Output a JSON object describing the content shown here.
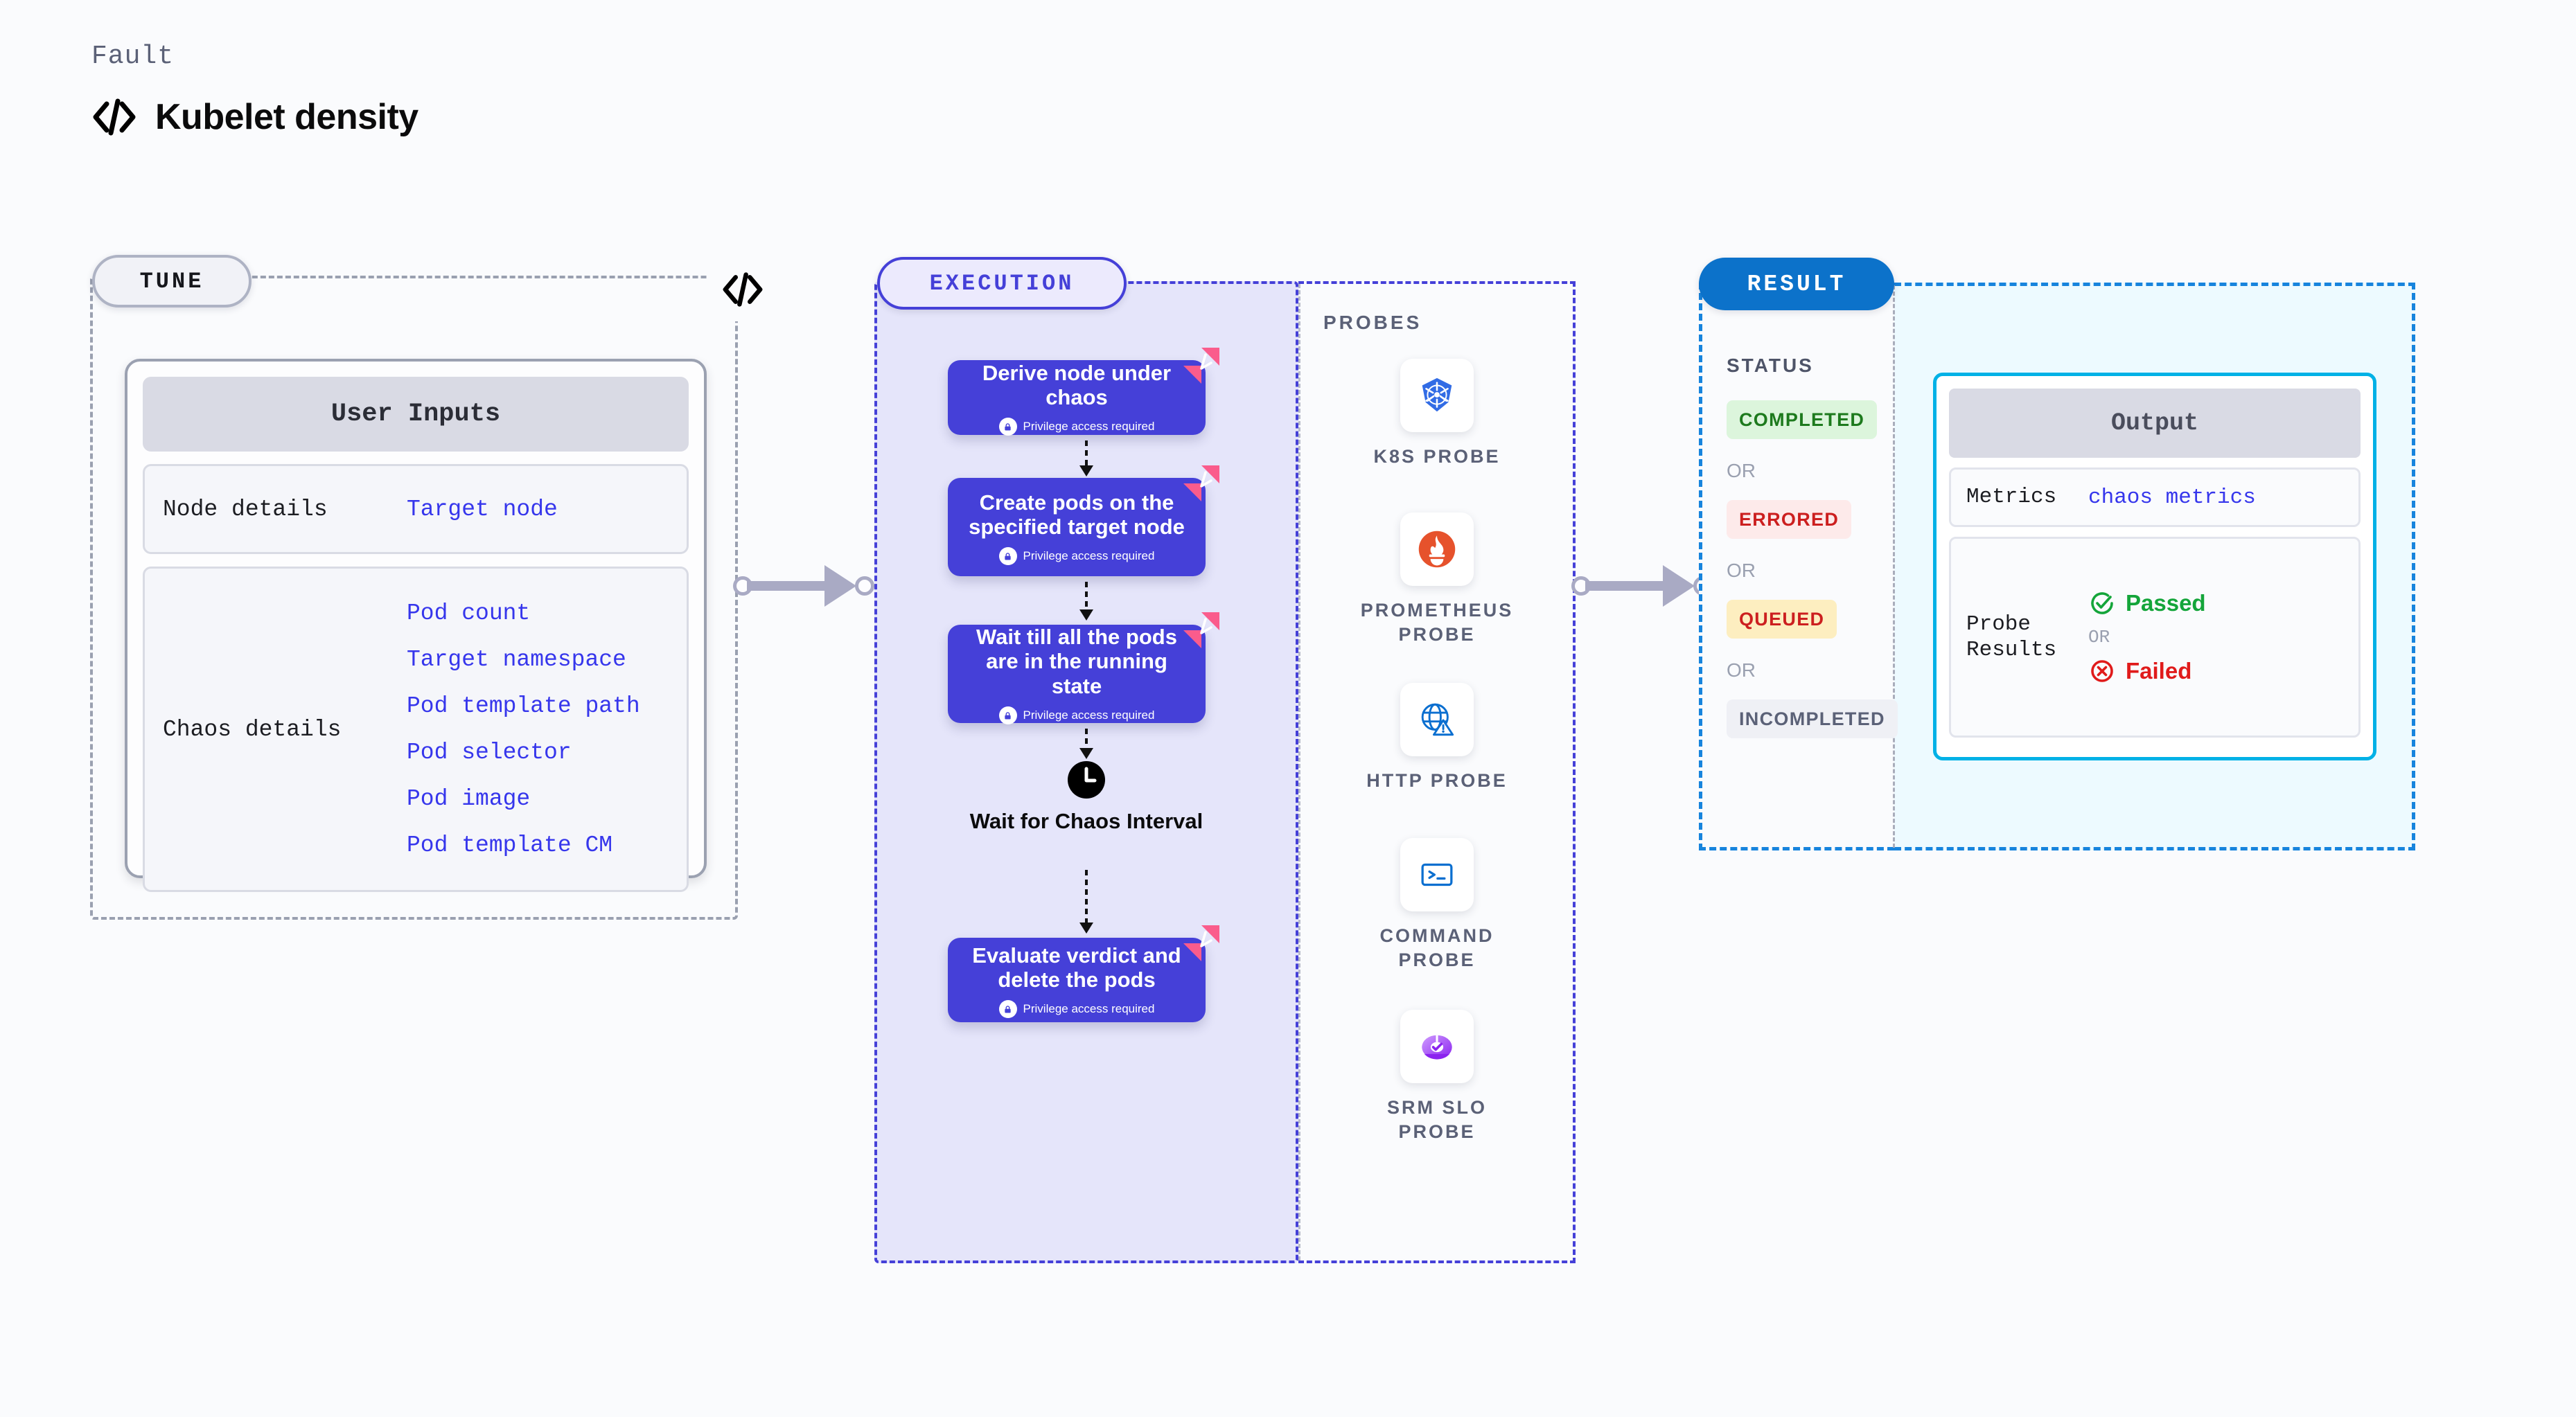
{
  "header": {
    "eyebrow": "Fault",
    "title": "Kubelet density",
    "icon": "code-icon"
  },
  "tune": {
    "chip_label": "TUNE",
    "card_title": "User Inputs",
    "rows": [
      {
        "key": "Node details",
        "values": [
          "Target node"
        ]
      },
      {
        "key": "Chaos details",
        "values": [
          "Pod count",
          "Target namespace",
          "Pod template path",
          "Pod selector",
          "Pod image",
          "Pod template CM"
        ]
      }
    ]
  },
  "execution": {
    "chip_label": "EXECUTION",
    "privilege_note": "Privilege access required",
    "steps": [
      {
        "title": "Derive node under chaos",
        "privileged": true
      },
      {
        "title": "Create pods on the specified target node",
        "privileged": true
      },
      {
        "title": "Wait till all the pods are in the running state",
        "privileged": true
      },
      {
        "title": "Evaluate verdict and delete the pods",
        "privileged": true
      }
    ],
    "wait_node": {
      "label": "Wait for Chaos Interval",
      "icon": "clock-icon"
    }
  },
  "probes": {
    "title": "PROBES",
    "items": [
      {
        "label": "K8S PROBE",
        "icon": "kubernetes-icon"
      },
      {
        "label": "PROMETHEUS PROBE",
        "icon": "prometheus-icon"
      },
      {
        "label": "HTTP PROBE",
        "icon": "globe-warning-icon"
      },
      {
        "label": "COMMAND PROBE",
        "icon": "terminal-icon"
      },
      {
        "label": "SRM SLO PROBE",
        "icon": "slo-gauge-icon"
      }
    ]
  },
  "result": {
    "chip_label": "RESULT",
    "status_title": "STATUS",
    "or_label": "OR",
    "statuses": [
      {
        "label": "COMPLETED",
        "bg": "#dcf5dc",
        "fg": "#1d7a1d"
      },
      {
        "label": "ERRORED",
        "bg": "#fdeaea",
        "fg": "#cc1f1f"
      },
      {
        "label": "QUEUED",
        "bg": "#fdeec0",
        "fg": "#cc1f1f"
      },
      {
        "label": "INCOMPLETED",
        "bg": "#eff0f5",
        "fg": "#5b6177"
      }
    ],
    "output": {
      "card_title": "Output",
      "metrics_key": "Metrics",
      "metrics_value": "chaos metrics",
      "probe_key": "Probe Results",
      "passed_label": "Passed",
      "failed_label": "Failed",
      "or_label": "OR",
      "passed_color": "#14a53a",
      "failed_color": "#e01b1b"
    }
  },
  "colors": {
    "accent_purple": "#4540d8",
    "accent_blue": "#0c72ca",
    "accent_cyan": "#00b1e6",
    "harness_pink": "#fa5c8c",
    "link_blue": "#3636ec"
  }
}
